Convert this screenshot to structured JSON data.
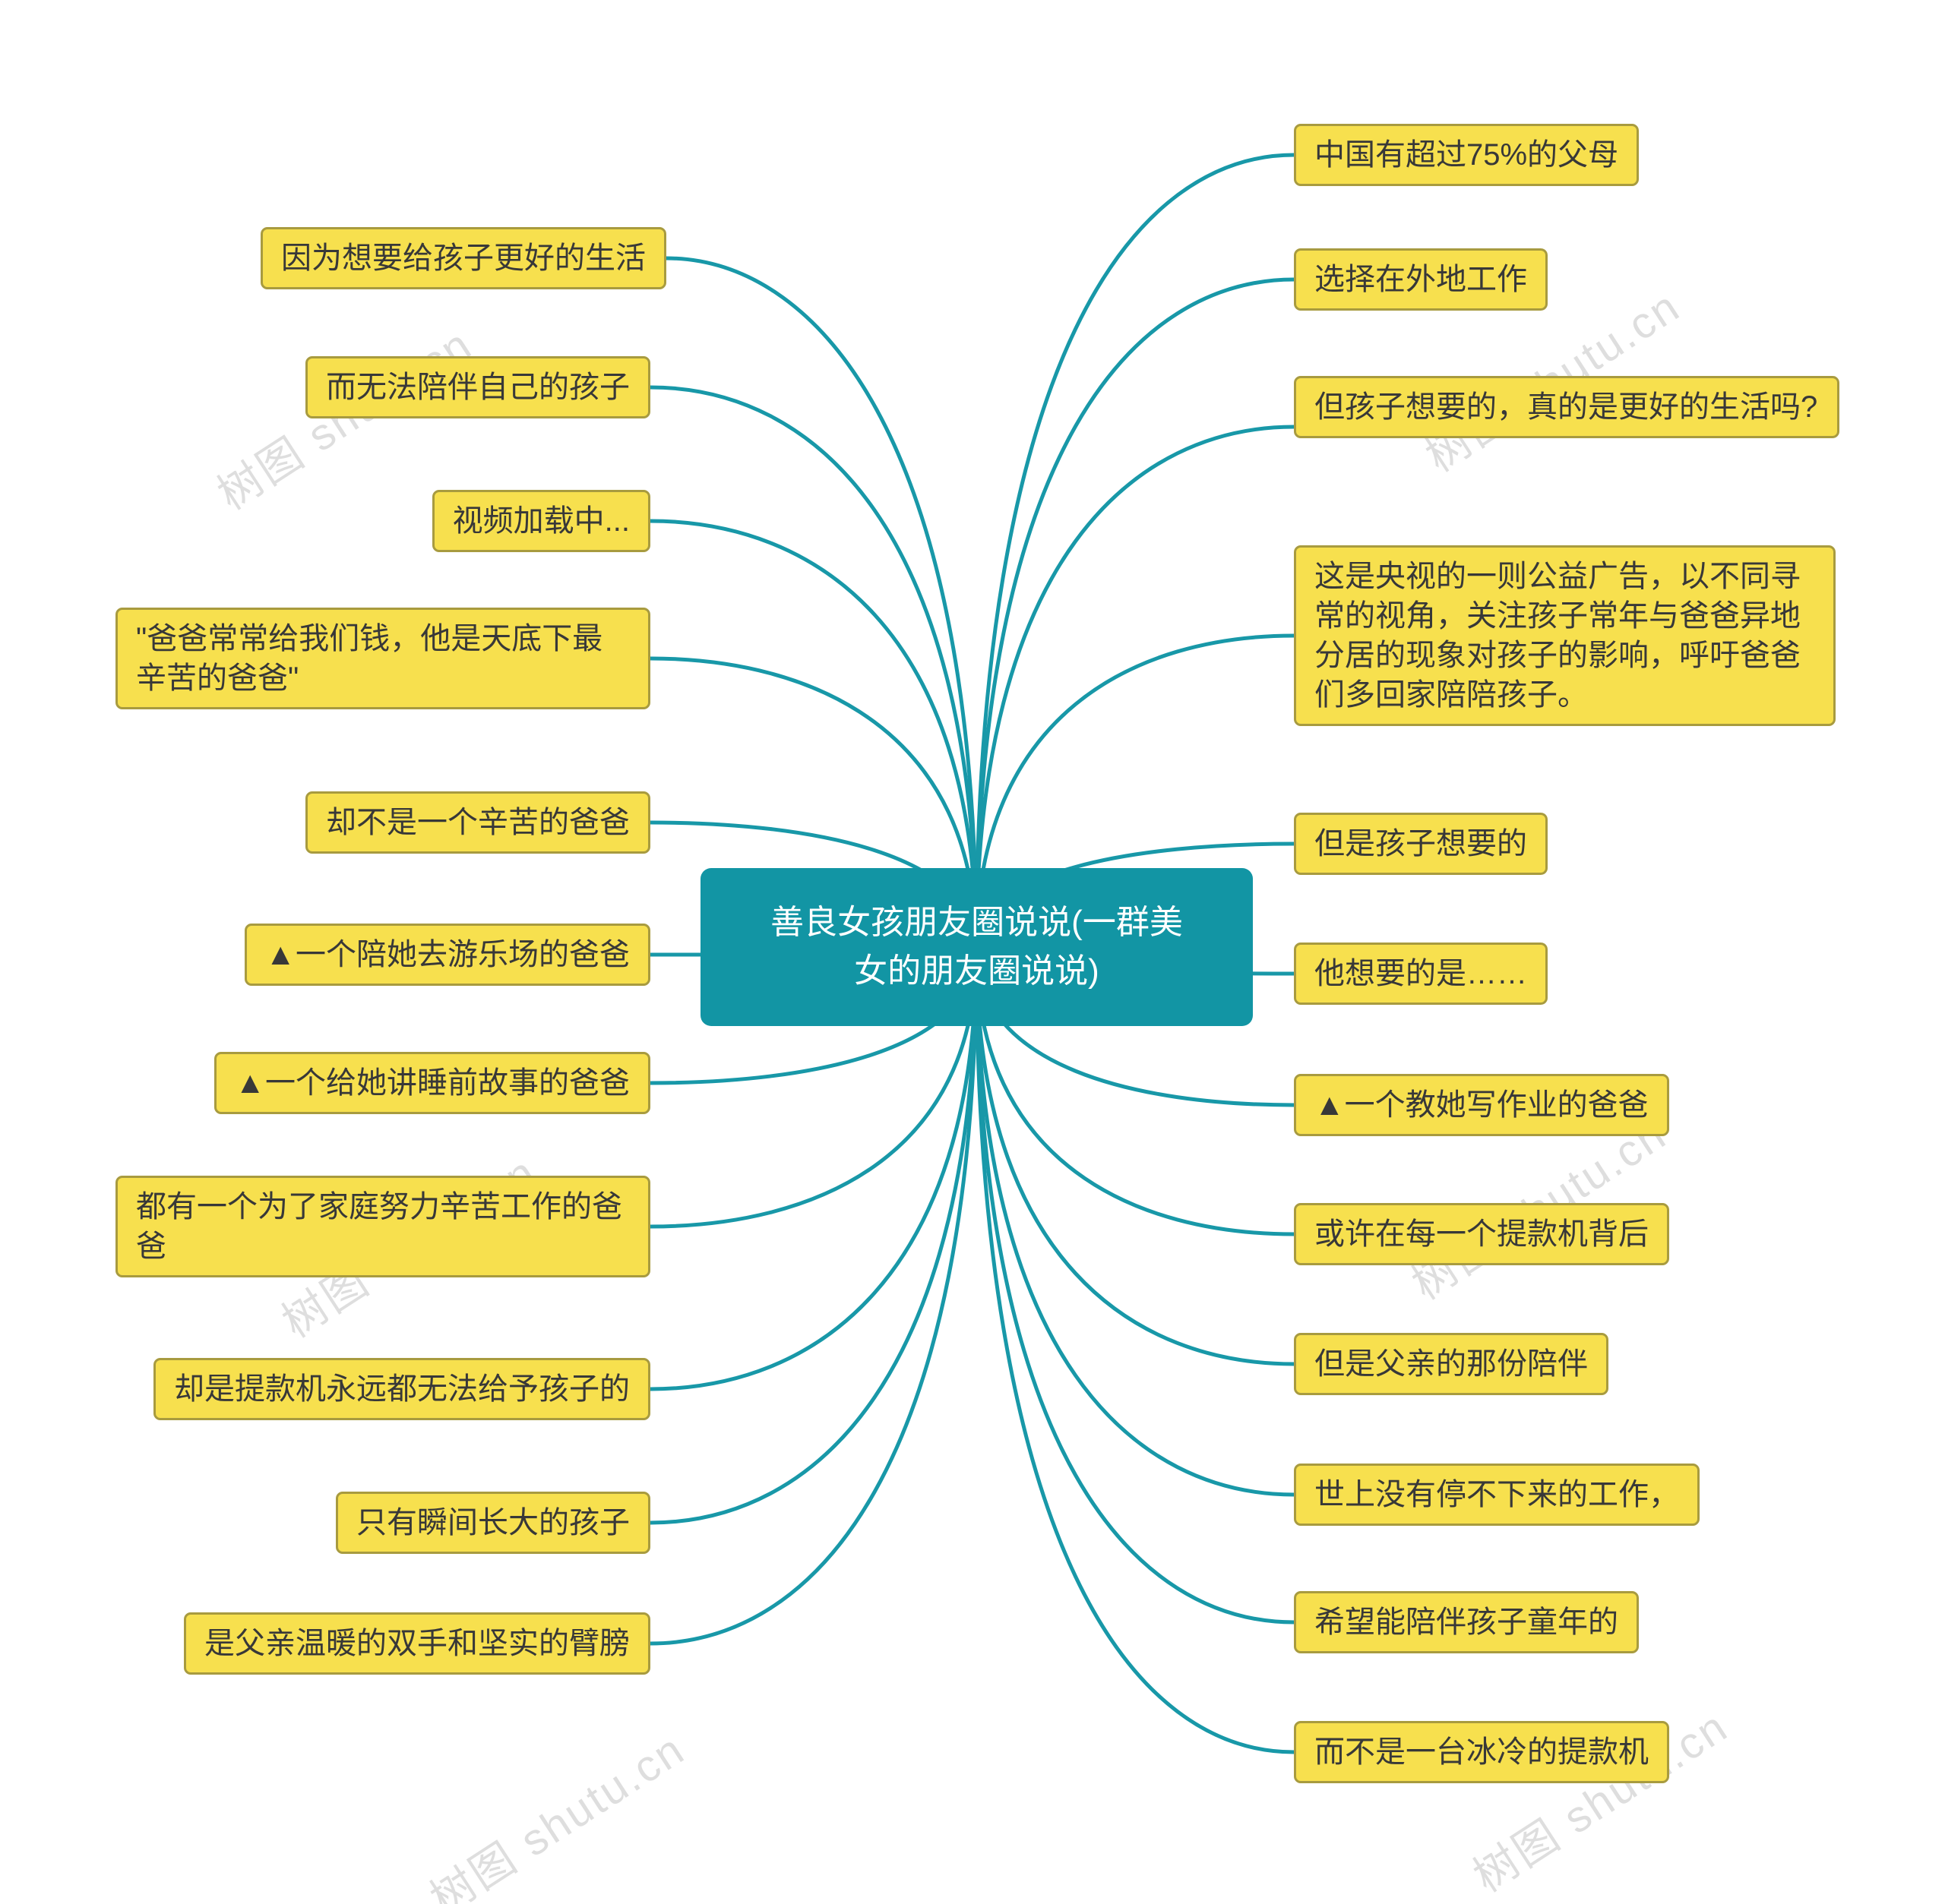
{
  "central": {
    "text": "善良女孩朋友圈说说(一群美女的朋友圈说说)"
  },
  "left_nodes": [
    {
      "text": "因为想要给孩子更好的生活"
    },
    {
      "text": "而无法陪伴自己的孩子"
    },
    {
      "text": "视频加载中..."
    },
    {
      "text": "\"爸爸常常给我们钱，他是天底下最辛苦的爸爸\""
    },
    {
      "text": "却不是一个辛苦的爸爸"
    },
    {
      "text": "▲一个陪她去游乐场的爸爸"
    },
    {
      "text": "▲一个给她讲睡前故事的爸爸"
    },
    {
      "text": "都有一个为了家庭努力辛苦工作的爸爸"
    },
    {
      "text": "却是提款机永远都无法给予孩子的"
    },
    {
      "text": "只有瞬间长大的孩子"
    },
    {
      "text": "是父亲温暖的双手和坚实的臂膀"
    }
  ],
  "right_nodes": [
    {
      "text": "中国有超过75%的父母"
    },
    {
      "text": "选择在外地工作"
    },
    {
      "text": "但孩子想要的，真的是更好的生活吗?"
    },
    {
      "text": "这是央视的一则公益广告，以不同寻常的视角，关注孩子常年与爸爸异地分居的现象对孩子的影响，呼吁爸爸们多回家陪陪孩子。"
    },
    {
      "text": "但是孩子想要的"
    },
    {
      "text": "他想要的是……"
    },
    {
      "text": "▲一个教她写作业的爸爸"
    },
    {
      "text": "或许在每一个提款机背后"
    },
    {
      "text": "但是父亲的那份陪伴"
    },
    {
      "text": "世上没有停不下来的工作，"
    },
    {
      "text": "希望能陪伴孩子童年的"
    },
    {
      "text": "而不是一台冰冷的提款机"
    }
  ],
  "watermark": {
    "text": "树图 shutu.cn"
  },
  "colors": {
    "accent_teal": "#1295A4",
    "connector_line": "#1898A8",
    "node_fill": "#F7E04E",
    "node_border": "#A89B3F",
    "node_text": "#383838",
    "central_text": "#FFFFFF",
    "watermark": "#DDDDDD"
  }
}
